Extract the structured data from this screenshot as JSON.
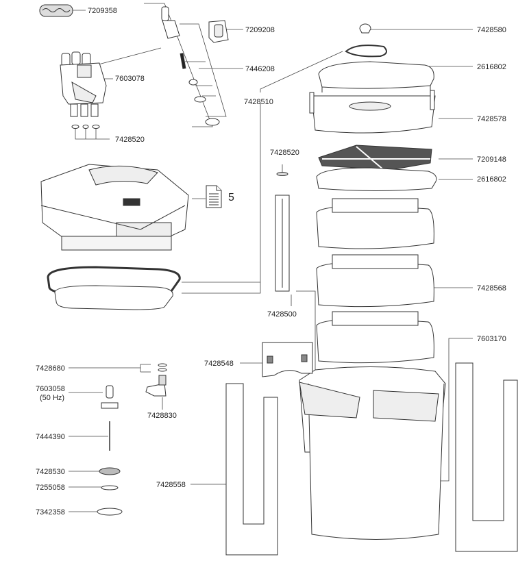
{
  "diagram": {
    "title_hidden": false,
    "labels": {
      "p7209358": "7209358",
      "p7209208": "7209208",
      "p7446208": "7446208",
      "p7603078": "7603078",
      "p7428520a": "7428520",
      "p7428510": "7428510",
      "p7428580": "7428580",
      "p2616802a": "2616802",
      "p7428578": "7428578",
      "p7428520b": "7428520",
      "p7209148": "7209148",
      "p2616802b": "2616802",
      "p7428568": "7428568",
      "p7428500": "7428500",
      "p7603170": "7603170",
      "p7428548": "7428548",
      "p7428680": "7428680",
      "p7603058": "7603058",
      "p7603058_note": "(50 Hz)",
      "p7428830": "7428830",
      "p7444390": "7444390",
      "p7428530": "7428530",
      "p7255058": "7255058",
      "p7342358": "7342358",
      "p7428558": "7428558"
    },
    "document_ref": {
      "icon": "document-icon",
      "number": "5"
    },
    "colors": {
      "line": "#333333",
      "fill": "#ffffff",
      "shade": "#e8e8e8"
    }
  }
}
